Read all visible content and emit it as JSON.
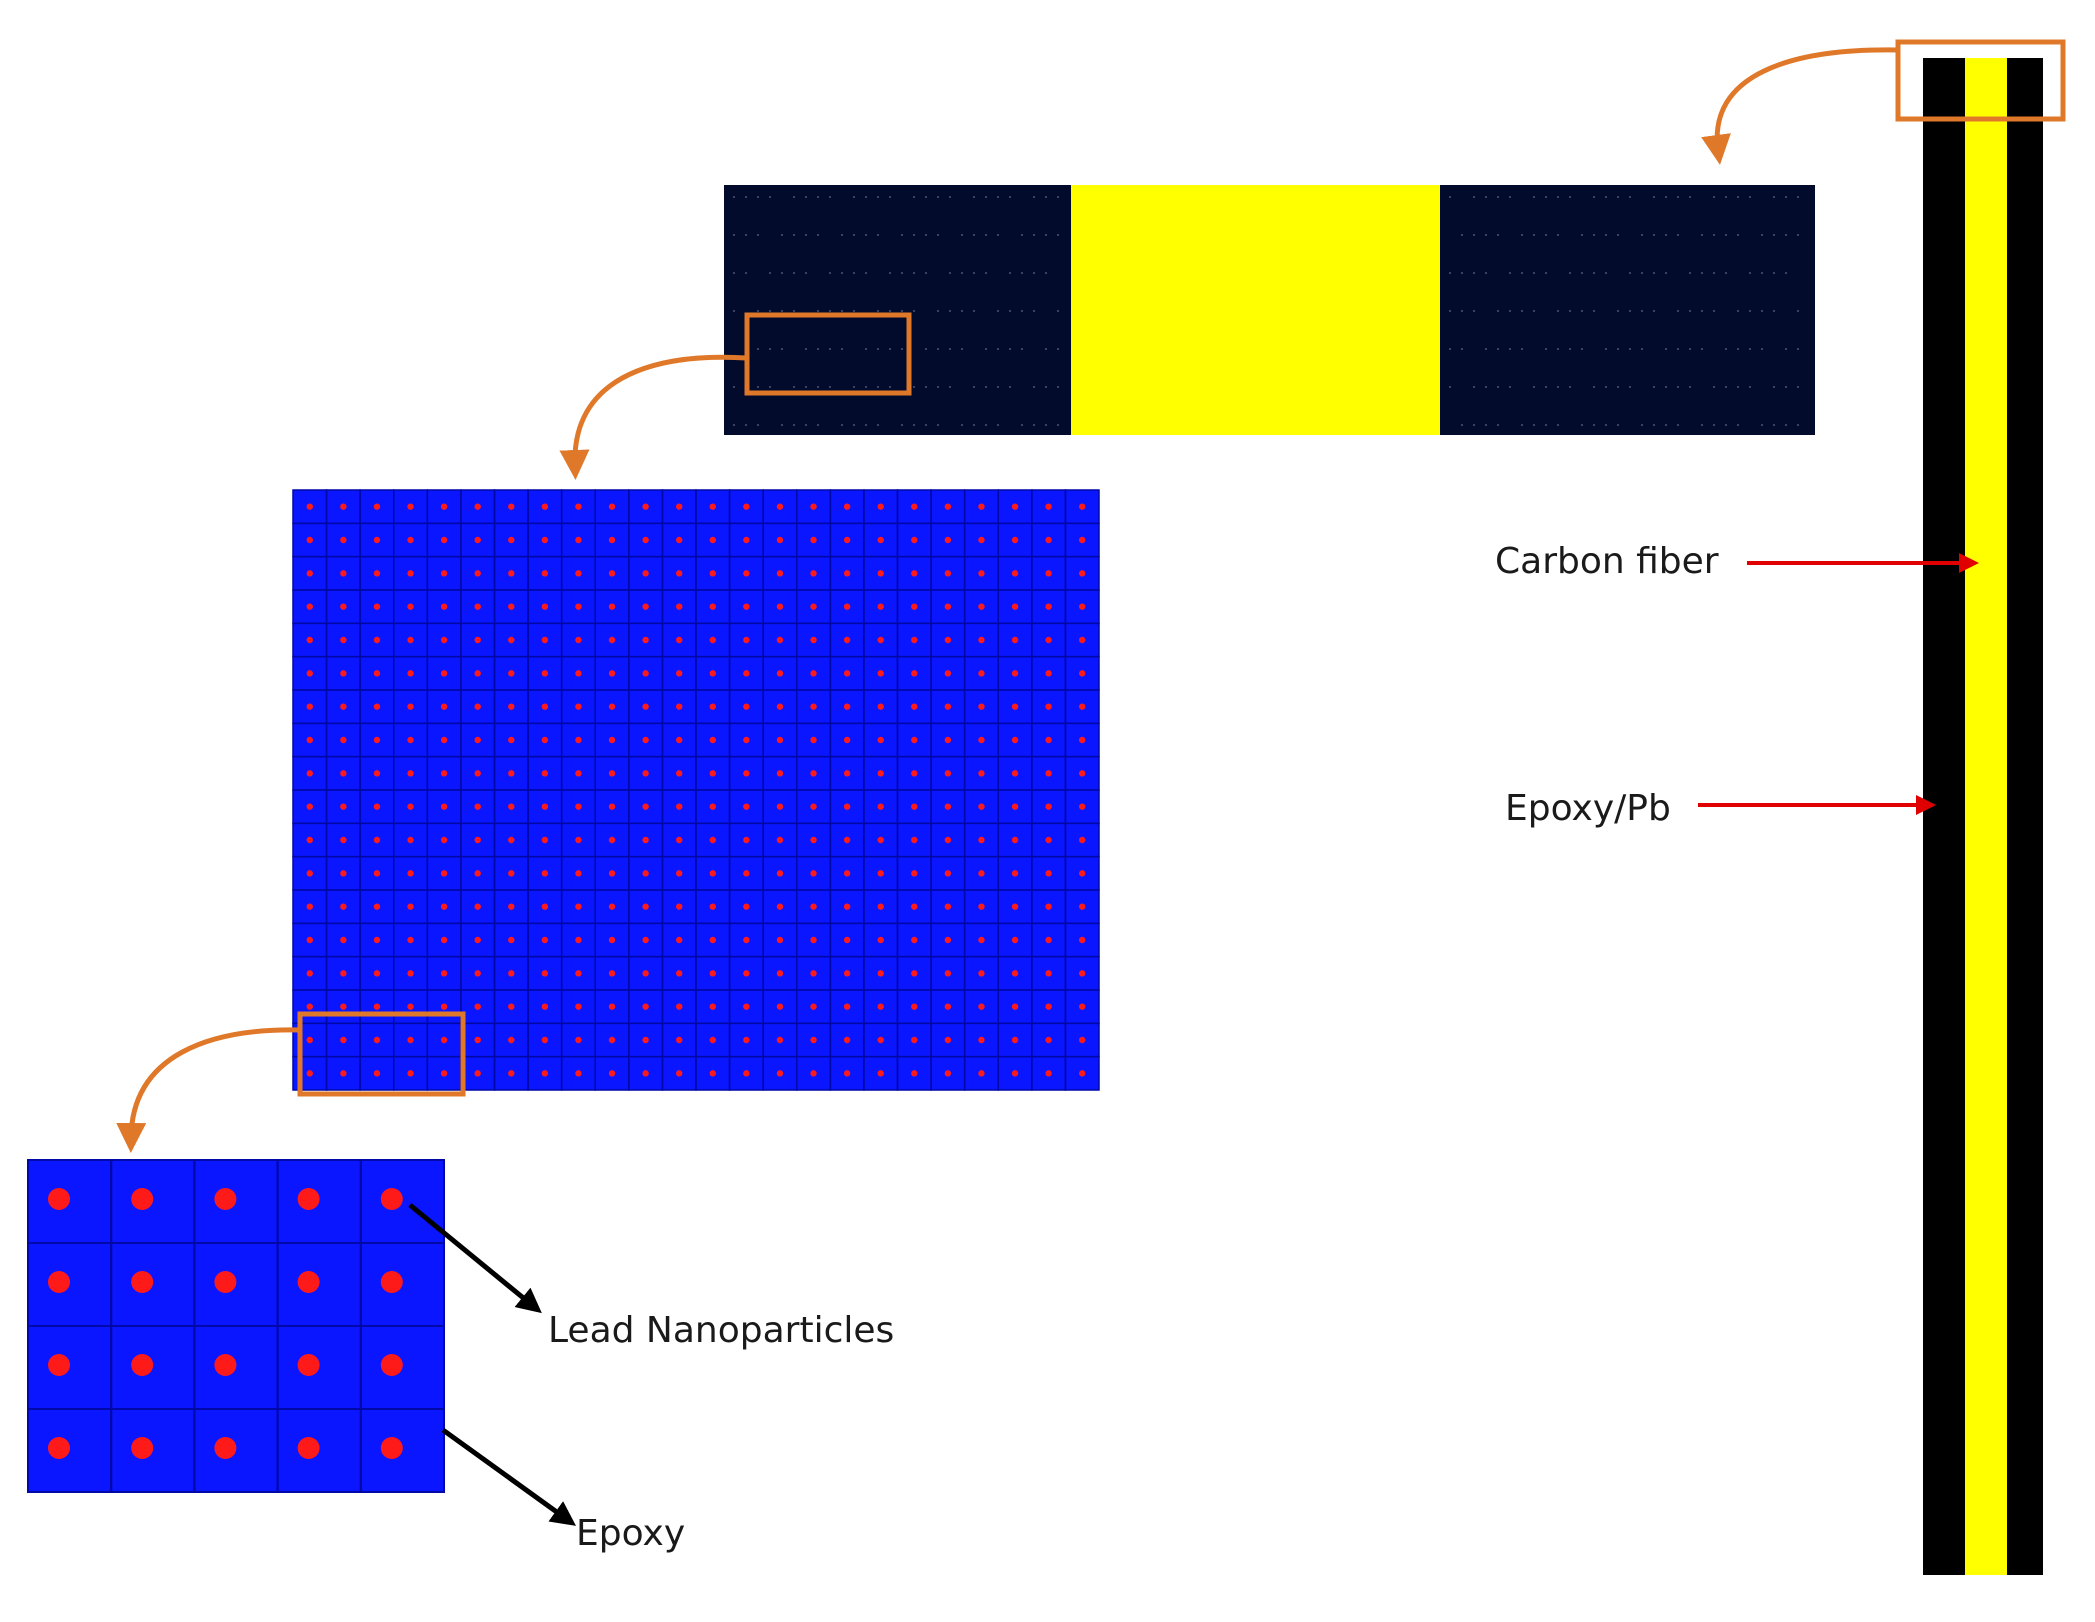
{
  "labels": {
    "carbon_fiber": "Carbon fiber",
    "epoxy_pb": "Epoxy/Pb",
    "lead_nanoparticles": "Lead Nanoparticles",
    "epoxy": "Epoxy"
  },
  "colors": {
    "carbon_fiber": "#ffff00",
    "epoxy_pb_dark": "#000000",
    "laminate_dark": "#020b2c",
    "epoxy_cell": "#0a16ff",
    "grid_line": "#0008a6",
    "nanoparticle": "#ff1a1a",
    "zoom_box": "#e0782a",
    "callout_arrow": "#e00000",
    "label_arrow": "#000000"
  },
  "micro_grid": {
    "columns": 24,
    "rows": 18
  },
  "unit_cell": {
    "columns": 5,
    "rows": 4
  }
}
